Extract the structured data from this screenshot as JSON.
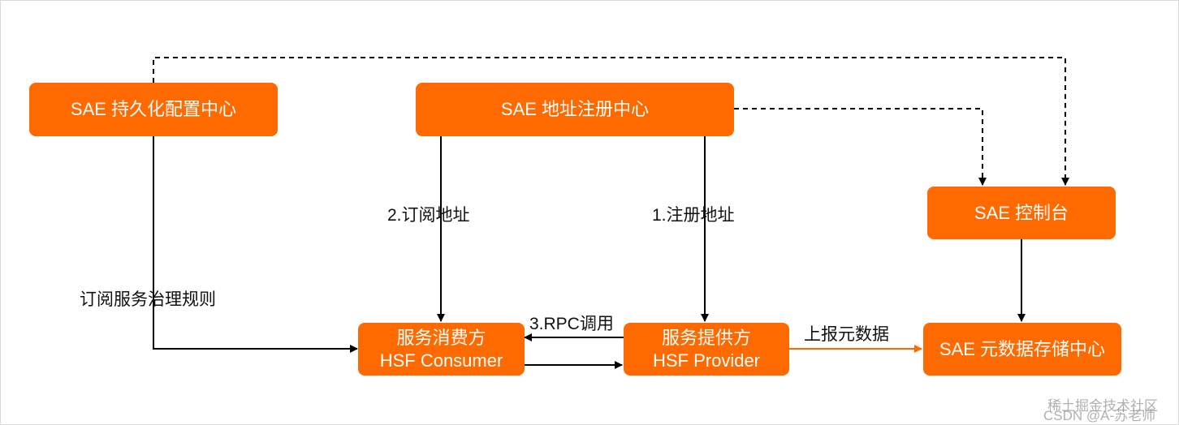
{
  "nodes": {
    "config_center": "SAE 持久化配置中心",
    "registry": "SAE 地址注册中心",
    "console": "SAE 控制台",
    "consumer_line1": "服务消费方",
    "consumer_line2": "HSF Consumer",
    "provider_line1": "服务提供方",
    "provider_line2": "HSF Provider",
    "metadata_center": "SAE 元数据存储中心"
  },
  "edges": {
    "subscribe_address": "2.订阅地址",
    "register_address": "1.注册地址",
    "subscribe_rules": "订阅服务治理规则",
    "rpc_call": "3.RPC调用",
    "report_metadata": "上报元数据"
  },
  "watermark": {
    "line1": "稀土掘金技术社区",
    "line2": "CSDN @A-苏老师"
  },
  "colors": {
    "box": "#ff6a00",
    "orange_arrow": "#ff6a00",
    "line": "#000000"
  }
}
